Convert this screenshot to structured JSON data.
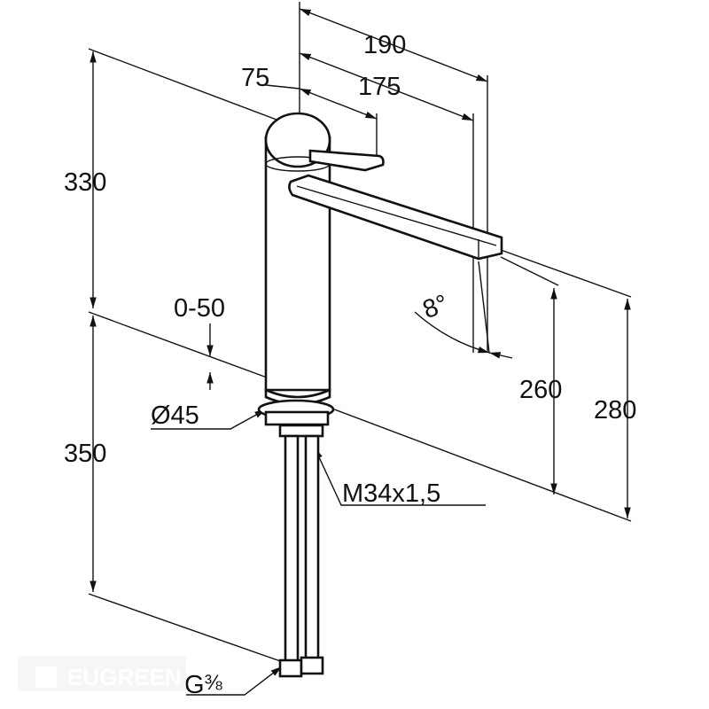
{
  "watermark": "EUGREEN",
  "dimensions": {
    "total_height": "330",
    "below_deck": "350",
    "spout_reach": "190",
    "spout_inner": "175",
    "lever": "75",
    "spout_height": "260",
    "overall_spout": "280",
    "deck_thickness": "0-50",
    "base_diameter": "Ø45",
    "thread": "M34x1,5",
    "connection": "G",
    "connection_fraction": "⅜",
    "angle": "8°"
  }
}
